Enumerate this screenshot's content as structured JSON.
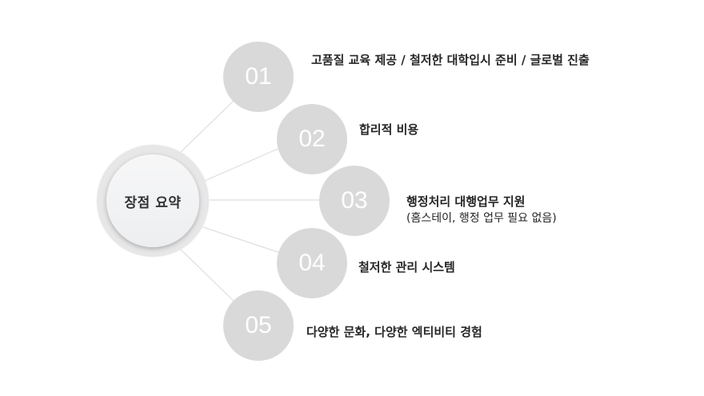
{
  "center": {
    "label": "장점 요약"
  },
  "items": [
    {
      "number": "01",
      "text": "고품질 교육 제공  / 철저한 대학입시 준비 / 글로벌 진출"
    },
    {
      "number": "02",
      "text": "합리적 비용"
    },
    {
      "number": "03",
      "text": "행정처리 대행업무 지원",
      "subtext": "(홈스테이, 행정 업무 필요 없음)"
    },
    {
      "number": "04",
      "text": "철저한 관리 시스템"
    },
    {
      "number": "05",
      "text": "다양한 문화, 다양한 엑티비티 경험"
    }
  ],
  "colors": {
    "node": "#d9d9d9",
    "connector": "#d9d9d9",
    "text": "#262626"
  }
}
